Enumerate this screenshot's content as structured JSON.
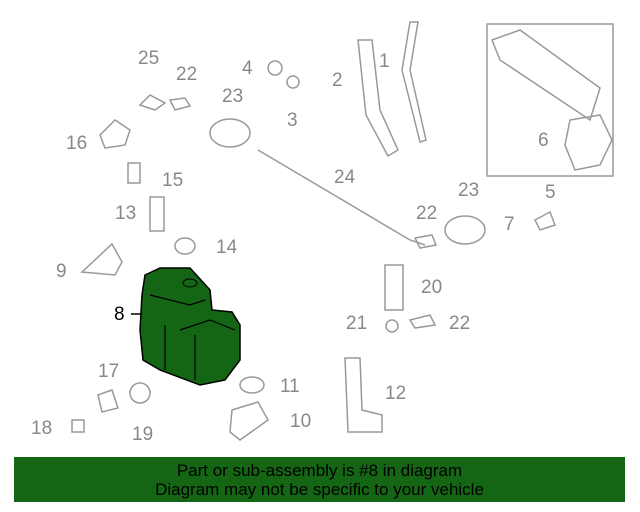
{
  "diagram": {
    "highlighted_part": "8",
    "callouts": [
      {
        "id": "c25",
        "text": "25"
      },
      {
        "id": "c22a",
        "text": "22"
      },
      {
        "id": "c23a",
        "text": "23"
      },
      {
        "id": "c4",
        "text": "4"
      },
      {
        "id": "c3",
        "text": "3"
      },
      {
        "id": "c2",
        "text": "2"
      },
      {
        "id": "c1",
        "text": "1"
      },
      {
        "id": "c16",
        "text": "16"
      },
      {
        "id": "c15",
        "text": "15"
      },
      {
        "id": "c13",
        "text": "13"
      },
      {
        "id": "c14",
        "text": "14"
      },
      {
        "id": "c9",
        "text": "9"
      },
      {
        "id": "c8",
        "text": "8"
      },
      {
        "id": "c24",
        "text": "24"
      },
      {
        "id": "c22b",
        "text": "22"
      },
      {
        "id": "c23b",
        "text": "23"
      },
      {
        "id": "c6",
        "text": "6"
      },
      {
        "id": "c5",
        "text": "5"
      },
      {
        "id": "c7",
        "text": "7"
      },
      {
        "id": "c20",
        "text": "20"
      },
      {
        "id": "c21",
        "text": "21"
      },
      {
        "id": "c22c",
        "text": "22"
      },
      {
        "id": "c11",
        "text": "11"
      },
      {
        "id": "c12",
        "text": "12"
      },
      {
        "id": "c10",
        "text": "10"
      },
      {
        "id": "c17",
        "text": "17"
      },
      {
        "id": "c18",
        "text": "18"
      },
      {
        "id": "c19",
        "text": "19"
      }
    ],
    "highlight_color": "#146614"
  },
  "banner": {
    "line1": "Part or sub-assembly is #8 in diagram",
    "line2": "Diagram may not be specific to your vehicle"
  }
}
